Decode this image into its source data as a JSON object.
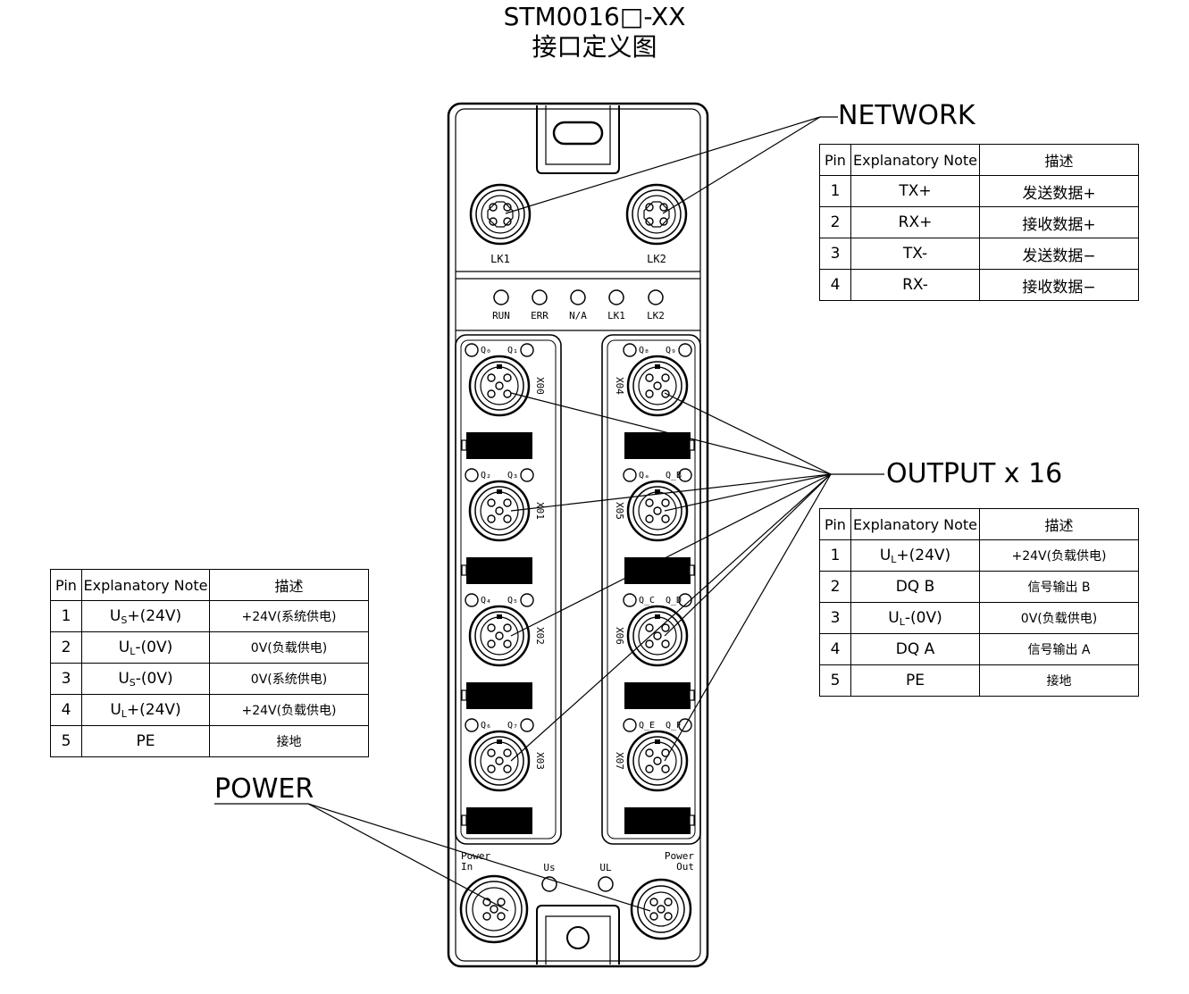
{
  "title": {
    "line1": "STM0016□-XX",
    "line2": "接口定义图"
  },
  "labels": {
    "network": "NETWORK",
    "output": "OUTPUT x 16",
    "power": "POWER"
  },
  "device": {
    "network_ports": [
      "LK1",
      "LK2"
    ],
    "leds": [
      "RUN",
      "ERR",
      "N/A",
      "LK1",
      "LK2"
    ],
    "output_ports_left": [
      "X00",
      "X01",
      "X02",
      "X03"
    ],
    "output_ports_right": [
      "X04",
      "X05",
      "X06",
      "X07"
    ],
    "q_left": [
      [
        "Q₀",
        "Q₁"
      ],
      [
        "Q₂",
        "Q₃"
      ],
      [
        "Q₄",
        "Q₅"
      ],
      [
        "Q₆",
        "Q₇"
      ]
    ],
    "q_right": [
      [
        "Q₈",
        "Q₉"
      ],
      [
        "Qₐ",
        "Q_B"
      ],
      [
        "Q_C",
        "Q_D"
      ],
      [
        "Q_E",
        "Q_F"
      ]
    ],
    "power_in": [
      "Power",
      "In"
    ],
    "power_out": [
      "Power",
      "Out"
    ],
    "us_led": "Us",
    "ul_led": "UL"
  },
  "network_table": {
    "headers": [
      "Pin",
      "Explanatory Note",
      "描述"
    ],
    "rows": [
      [
        "1",
        "TX+",
        "发送数据+"
      ],
      [
        "2",
        "RX+",
        "接收数据+"
      ],
      [
        "3",
        "TX-",
        "发送数据−"
      ],
      [
        "4",
        "RX-",
        "接收数据−"
      ]
    ]
  },
  "output_table": {
    "headers": [
      "Pin",
      "Explanatory Note",
      "描述"
    ],
    "rows": [
      {
        "pin": "1",
        "note_main": "U",
        "note_sub": "L",
        "note_rest": "+(24V)",
        "desc": "+24V(负载供电)"
      },
      {
        "pin": "2",
        "note_main": "DQ B",
        "note_sub": "",
        "note_rest": "",
        "desc": "信号输出 B"
      },
      {
        "pin": "3",
        "note_main": "U",
        "note_sub": "L",
        "note_rest": "-(0V)",
        "desc": "0V(负载供电)"
      },
      {
        "pin": "4",
        "note_main": "DQ A",
        "note_sub": "",
        "note_rest": "",
        "desc": "信号输出 A"
      },
      {
        "pin": "5",
        "note_main": "PE",
        "note_sub": "",
        "note_rest": "",
        "desc": "接地"
      }
    ]
  },
  "power_table": {
    "headers": [
      "Pin",
      "Explanatory Note",
      "描述"
    ],
    "rows": [
      {
        "pin": "1",
        "note_main": "U",
        "note_sub": "S",
        "note_rest": "+(24V)",
        "desc": "+24V(系统供电)"
      },
      {
        "pin": "2",
        "note_main": "U",
        "note_sub": "L",
        "note_rest": "-(0V)",
        "desc": "0V(负载供电)"
      },
      {
        "pin": "3",
        "note_main": "U",
        "note_sub": "S",
        "note_rest": "-(0V)",
        "desc": "0V(系统供电)"
      },
      {
        "pin": "4",
        "note_main": "U",
        "note_sub": "L",
        "note_rest": "+(24V)",
        "desc": "+24V(负载供电)"
      },
      {
        "pin": "5",
        "note_main": "PE",
        "note_sub": "",
        "note_rest": "",
        "desc": "接地"
      }
    ]
  }
}
